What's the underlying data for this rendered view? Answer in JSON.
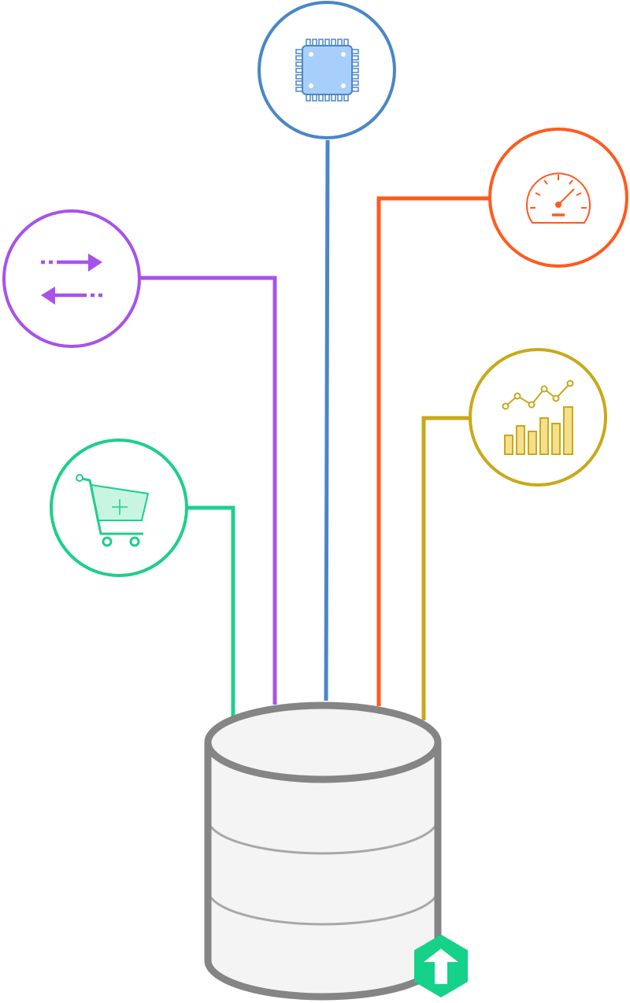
{
  "diagram": {
    "hub": {
      "icon": "database-icon",
      "badge_icon": "brand-logo-hexagon-icon",
      "badge_color": "#15d18a",
      "body_fill": "#f4f4f4",
      "outline_color": "#858585",
      "band_color": "#a8a8a8"
    },
    "nodes": [
      {
        "id": "cpu",
        "icon": "cpu-chip-icon",
        "color": "#4a86c8",
        "fill": "#a8cffb"
      },
      {
        "id": "speed",
        "icon": "speedometer-icon",
        "color": "#ff5a1f"
      },
      {
        "id": "transfer",
        "icon": "bidirectional-arrows-icon",
        "color": "#a852ea"
      },
      {
        "id": "analytics",
        "icon": "bar-line-chart-icon",
        "color": "#c8a91a",
        "fill": "#f6df8c"
      },
      {
        "id": "cart",
        "icon": "shopping-cart-add-icon",
        "color": "#1fce8d",
        "fill": "#c8f5e2"
      }
    ]
  }
}
